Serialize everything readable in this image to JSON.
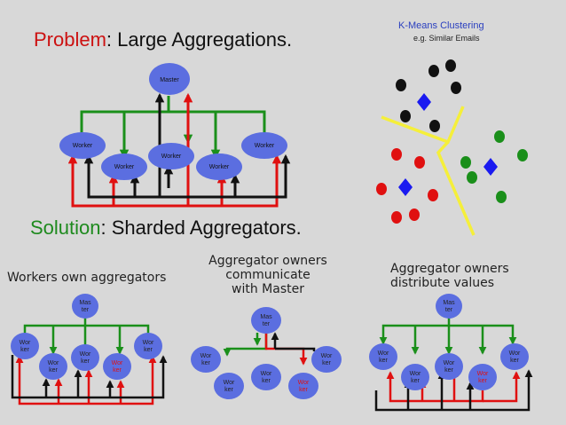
{
  "colors": {
    "background": "#d8d8d8",
    "node": "#5b6ee0",
    "red": "#e01010",
    "green": "#1a8f1a",
    "black": "#111111",
    "blue": "#1a1af0",
    "yellow": "#f5ef3a"
  },
  "problem": {
    "keyword": "Problem",
    "rest": ": Large Aggregations."
  },
  "solution": {
    "keyword": "Solution",
    "rest": ": Sharded Aggregators."
  },
  "kmeans": {
    "title": "K-Means Clustering",
    "subtitle": "e.g. Similar Emails"
  },
  "top_diagram": {
    "master": "Master",
    "worker": "Worker"
  },
  "panels": [
    {
      "caption": [
        "Workers own aggregators"
      ],
      "master": [
        "Mas",
        "ter"
      ],
      "worker": [
        "Wor",
        "ker"
      ]
    },
    {
      "caption": [
        "Aggregator owners",
        "communicate",
        "with Master"
      ],
      "master": [
        "Mas",
        "ter"
      ],
      "worker": [
        "Wor",
        "ker"
      ]
    },
    {
      "caption": [
        "Aggregator owners",
        "distribute values"
      ],
      "master": [
        "Mas",
        "ter"
      ],
      "worker": [
        "Wor",
        "ker"
      ]
    }
  ]
}
